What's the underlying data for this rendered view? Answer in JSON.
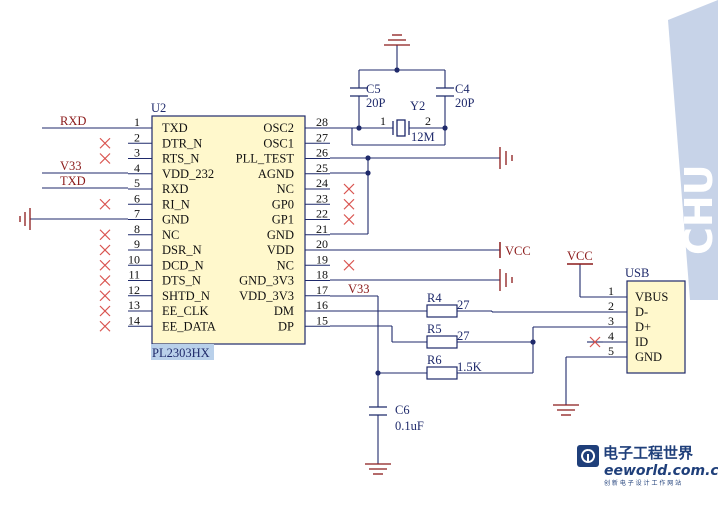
{
  "u2": {
    "ref": "U2",
    "part": "PL2303HX",
    "left_pins": [
      {
        "num": "1",
        "name": "TXD"
      },
      {
        "num": "2",
        "name": "DTR_N"
      },
      {
        "num": "3",
        "name": "RTS_N"
      },
      {
        "num": "4",
        "name": "VDD_232"
      },
      {
        "num": "5",
        "name": "RXD"
      },
      {
        "num": "6",
        "name": "RI_N"
      },
      {
        "num": "7",
        "name": "GND"
      },
      {
        "num": "8",
        "name": "NC"
      },
      {
        "num": "9",
        "name": "DSR_N"
      },
      {
        "num": "10",
        "name": "DCD_N"
      },
      {
        "num": "11",
        "name": "DTS_N"
      },
      {
        "num": "12",
        "name": "SHTD_N"
      },
      {
        "num": "13",
        "name": "EE_CLK"
      },
      {
        "num": "14",
        "name": "EE_DATA"
      }
    ],
    "right_pins": [
      {
        "num": "28",
        "name": "OSC2"
      },
      {
        "num": "27",
        "name": "OSC1"
      },
      {
        "num": "26",
        "name": "PLL_TEST"
      },
      {
        "num": "25",
        "name": "AGND"
      },
      {
        "num": "24",
        "name": "NC"
      },
      {
        "num": "23",
        "name": "GP0"
      },
      {
        "num": "22",
        "name": "GP1"
      },
      {
        "num": "21",
        "name": "GND"
      },
      {
        "num": "20",
        "name": "VDD"
      },
      {
        "num": "19",
        "name": "NC"
      },
      {
        "num": "18",
        "name": "GND_3V3"
      },
      {
        "num": "17",
        "name": "VDD_3V3"
      },
      {
        "num": "16",
        "name": "DM"
      },
      {
        "num": "15",
        "name": "DP"
      }
    ]
  },
  "usb": {
    "ref": "USB",
    "pins": [
      {
        "num": "1",
        "name": "VBUS"
      },
      {
        "num": "2",
        "name": "D-"
      },
      {
        "num": "3",
        "name": "D+"
      },
      {
        "num": "4",
        "name": "ID"
      },
      {
        "num": "5",
        "name": "GND"
      }
    ]
  },
  "nets": {
    "rxd": "RXD",
    "txd": "TXD",
    "v33_left": "V33",
    "v33_mid": "V33",
    "vcc_right": "VCC",
    "vcc_usb": "VCC"
  },
  "parts": {
    "c5_ref": "C5",
    "c5_val": "20P",
    "c4_ref": "C4",
    "c4_val": "20P",
    "y2_ref": "Y2",
    "y2_val": "12M",
    "y2_pin1": "1",
    "y2_pin2": "2",
    "r4_ref": "R4",
    "r4_val": "27",
    "r5_ref": "R5",
    "r5_val": "27",
    "r6_ref": "R6",
    "r6_val": "1.5K",
    "c6_ref": "C6",
    "c6_val": "0.1uF"
  },
  "watermark": {
    "cn": "电子工程世界",
    "en": "eeworld.com.cn",
    "sub": "创 新 电 子 设 计 工 作 网 站",
    "side": "CHU"
  },
  "colors": {
    "wire": "#1f2a6b",
    "chip_fill": "#fff8cc",
    "net_label": "#8b1a1a",
    "noconnect": "#d9534f",
    "ground": "#8b1a1a",
    "part_highlight": "#b9d0ea",
    "watermark_band": "#c7d3e8"
  }
}
